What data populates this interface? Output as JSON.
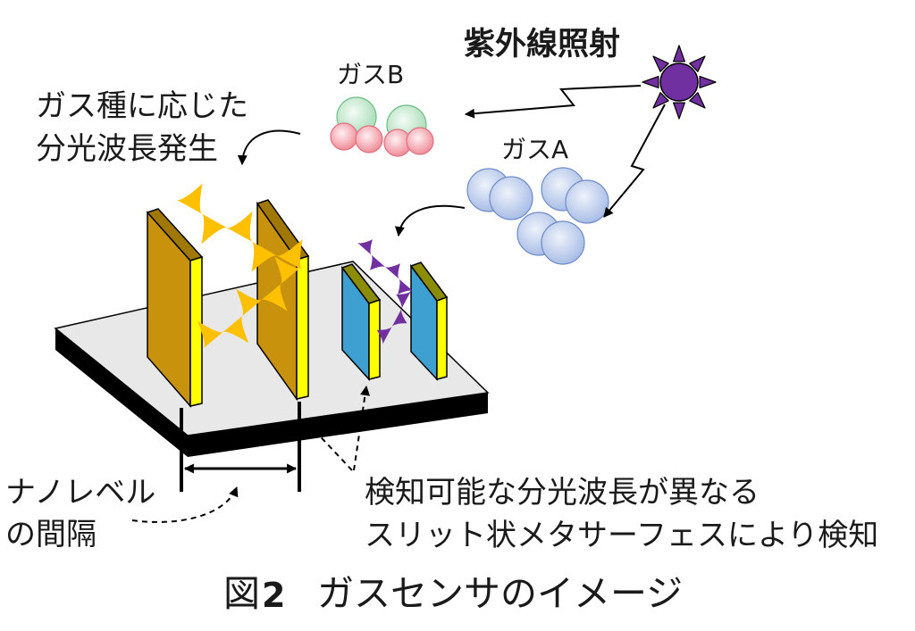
{
  "labels": {
    "uv_irradiation": "紫外線照射",
    "gas_b": "ガスB",
    "gas_a": "ガスA",
    "emission": [
      "ガス種に応じた",
      "分光波長発生"
    ],
    "nano_gap": [
      "ナノレベル",
      "の間隔"
    ],
    "detection": [
      "検知可能な分光波長が異なる",
      "スリット状メタサーフェスにより検知"
    ]
  },
  "caption": {
    "figure": "図",
    "number": "2",
    "title": "ガスセンサのイメージ"
  },
  "colors": {
    "substrate_top": "#e8e8e8",
    "substrate_side": "#000000",
    "wide_slit_plate": "#c9920c",
    "narrow_slit_plate": "#3ea0d0",
    "plate_edge": "#ffff00",
    "wide_spectrum_wave": "#ffc000",
    "narrow_spectrum_wave": "#7030a0",
    "uv_source": "#7030a0",
    "gas_a": "#a9bde6",
    "gas_b_upper": "#a9dcb8",
    "gas_b_lower": "#f08d99"
  }
}
